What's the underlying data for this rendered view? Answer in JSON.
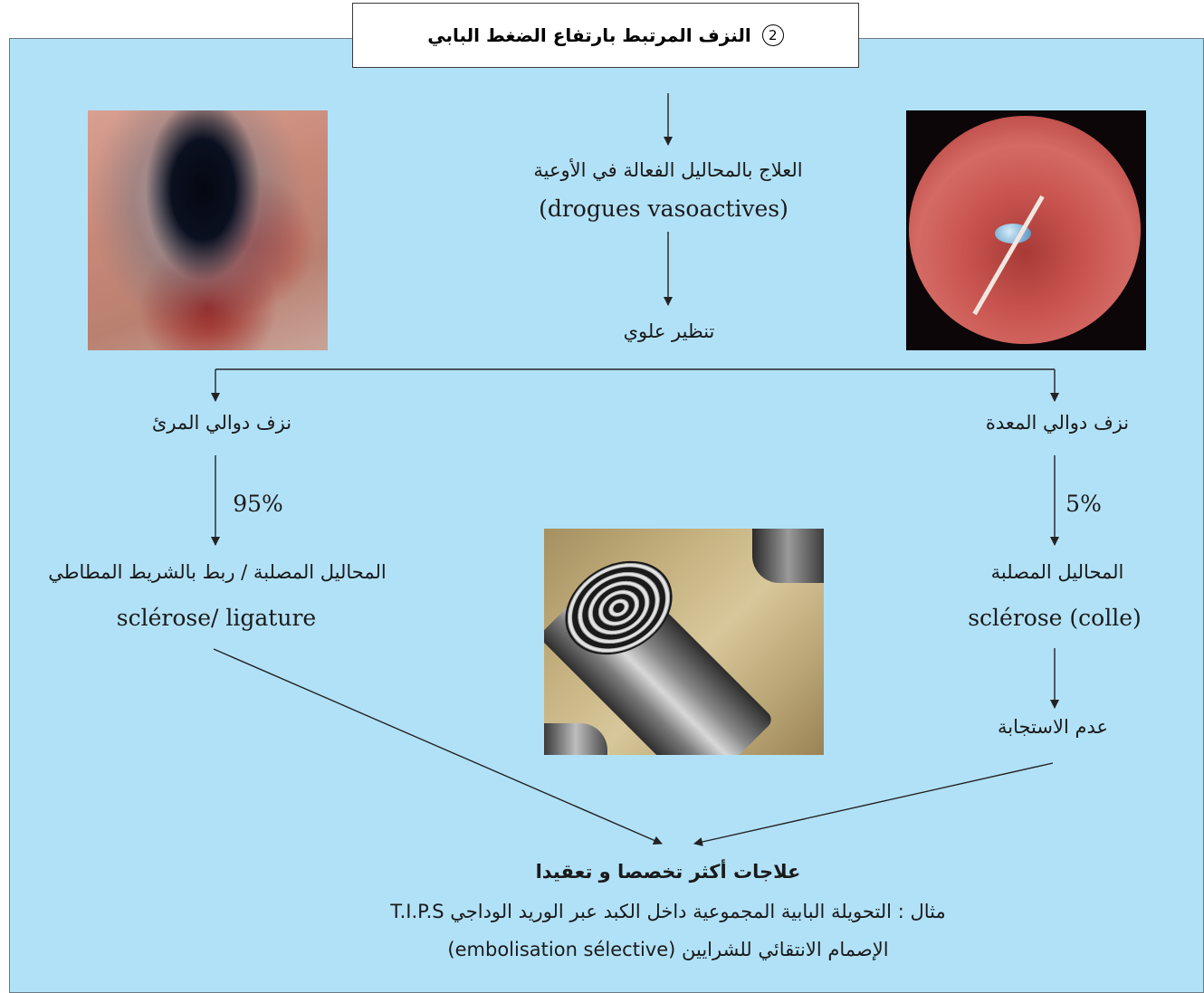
{
  "title": {
    "number": "2",
    "text": "النزف المرتبط بارتفاع الضغط البابي"
  },
  "nodes": {
    "vasoactive_ar": "العلاج بالمحاليل الفعالة في الأوعية",
    "vasoactive_fr": "(drogues vasoactives)",
    "endoscopy": "تنظير علوي",
    "esophageal": "نزف دوالي المرئ",
    "gastric": "نزف  دوالي المعدة",
    "pct_esophageal": "95%",
    "pct_gastric": "5%",
    "esoph_treat_ar": "المحاليل المصلبة / ربط بالشريط المطاطي",
    "esoph_treat_fr": "sclérose/ ligature",
    "gastric_treat_ar": "المحاليل المصلبة",
    "gastric_treat_fr": "sclérose (colle)",
    "no_response": "عدم الاستجابة",
    "final_title": "علاجات أكثر تخصصا و تعقيدا",
    "final_line1": "مثال : التحويلة البابية المجموعية داخل الكبد عبر الوريد الوداجي T.I.P.S",
    "final_line2": "الإصمام الانتقائي للشرايين (embolisation sélective)"
  },
  "images": {
    "left": "endoscopic-esophageal-varices-photo",
    "right": "endoscopic-gastric-varices-photo",
    "center": "band-ligation-device-photo"
  },
  "colors": {
    "panel": "#b1e1f7",
    "border": "#6a7a84",
    "arrow": "#222222"
  }
}
